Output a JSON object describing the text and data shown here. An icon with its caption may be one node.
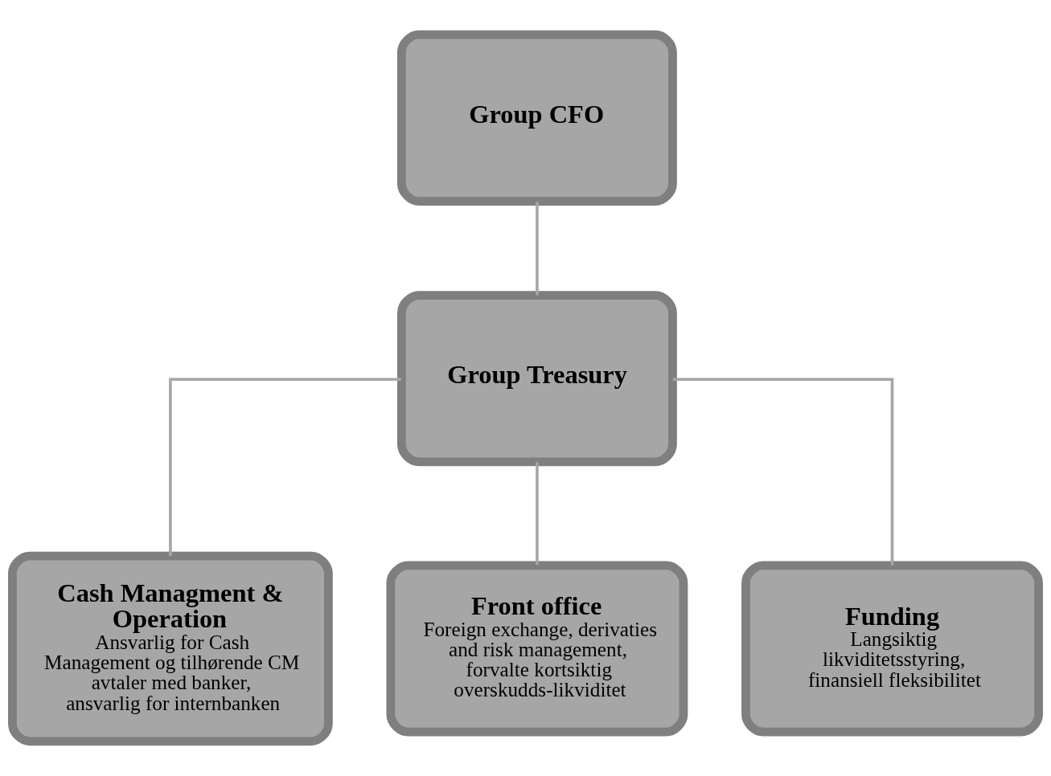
{
  "diagram": {
    "nodes": [
      {
        "text": [
          "Group CFO"
        ]
      },
      {
        "text": [
          "Group Treasury"
        ]
      },
      {
        "text": [
          "Cash Managment & Operation",
          "Ansvarlig for Cash Management og tilhørende CM avtaler med banker, ansvarlig for internbanken"
        ]
      },
      {
        "text": [
          "Front office",
          "Foreign exchange, derivaties and risk management, forvalte kortsiktig overskudds-likviditet"
        ]
      },
      {
        "text": [
          "Funding",
          "Langsiktig likviditetsstyring, finansiell fleksibilitet"
        ]
      }
    ],
    "edges": [
      {
        "from": 0,
        "to": 1,
        "arrow": "none"
      },
      {
        "from": 1,
        "to": 2,
        "arrow": "none"
      },
      {
        "from": 1,
        "to": 3,
        "arrow": "none"
      },
      {
        "from": 1,
        "to": 4,
        "arrow": "none"
      }
    ]
  }
}
